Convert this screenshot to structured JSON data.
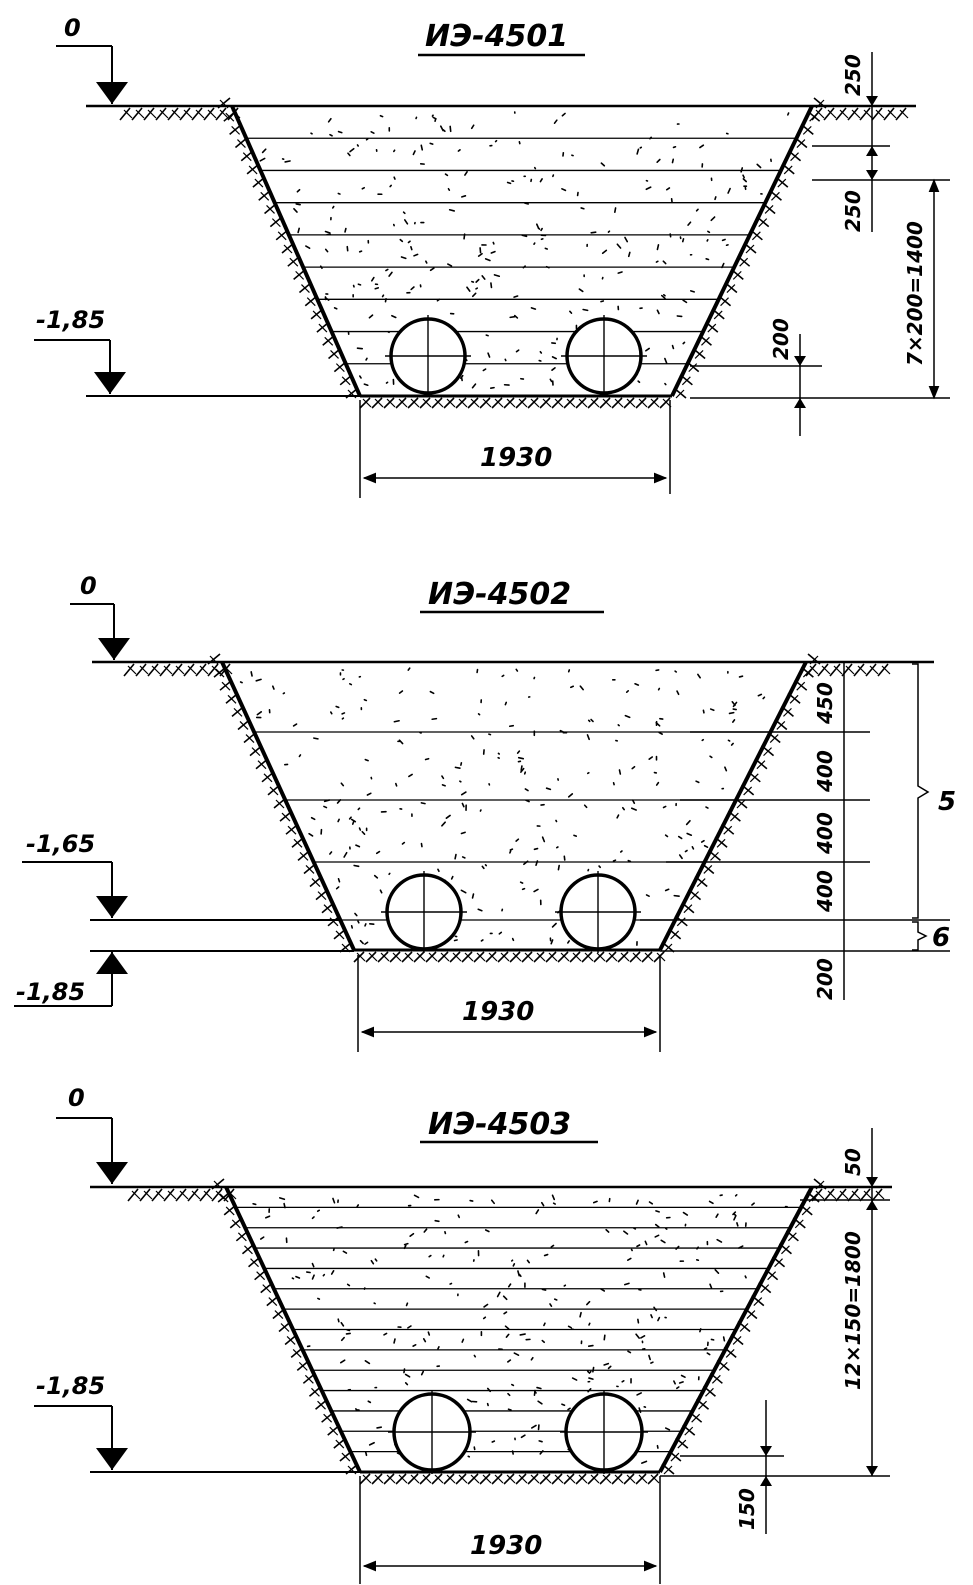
{
  "sections": [
    {
      "title": "ИЭ-4501",
      "level_top": "0",
      "level_bottom": "-1,85",
      "bottom_width": "1930",
      "dims": {
        "top_layer": "250",
        "second_layer": "250",
        "layers_total": "7×200=1400",
        "pipe_bed": "200"
      },
      "layer_count": 8
    },
    {
      "title": "ИЭ-4502",
      "level_top": "0",
      "level_mid": "-1,65",
      "level_bottom": "-1,85",
      "bottom_width": "1930",
      "dims": {
        "d1": "450",
        "d2": "400",
        "d3": "400",
        "d4": "400",
        "d5": "200"
      },
      "marks": {
        "m5": "5",
        "m6": "6"
      },
      "layer_count": 4
    },
    {
      "title": "ИЭ-4503",
      "level_top": "0",
      "level_bottom": "-1,85",
      "bottom_width": "1930",
      "dims": {
        "top_layer": "50",
        "layers_total": "12×150=1800",
        "pipe_bed": "150"
      },
      "layer_count": 13
    }
  ]
}
